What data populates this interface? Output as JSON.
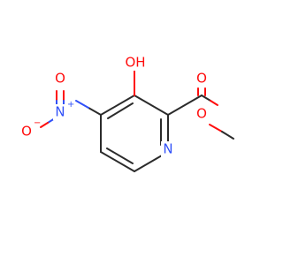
{
  "molecule": {
    "atoms": {
      "hydroxyl": {
        "label": "OH",
        "color": "#ff0d0d"
      },
      "carbonyl_o": {
        "label": "O",
        "color": "#ff0d0d"
      },
      "ester_o": {
        "label": "O",
        "color": "#ff0d0d"
      },
      "nitro_o_top": {
        "label": "O",
        "color": "#ff0d0d"
      },
      "nitro_o_bottom": {
        "label": "O",
        "color": "#ff0d0d"
      },
      "nitro_o_bottom_charge": "−",
      "nitro_n": {
        "label": "N",
        "color": "#3050f8"
      },
      "nitro_n_charge": "+",
      "ring_n": {
        "label": "N",
        "color": "#3050f8"
      }
    },
    "colors": {
      "bond": "#2b2b2b",
      "oxygen": "#ff0d0d",
      "nitrogen": "#3050f8"
    }
  }
}
